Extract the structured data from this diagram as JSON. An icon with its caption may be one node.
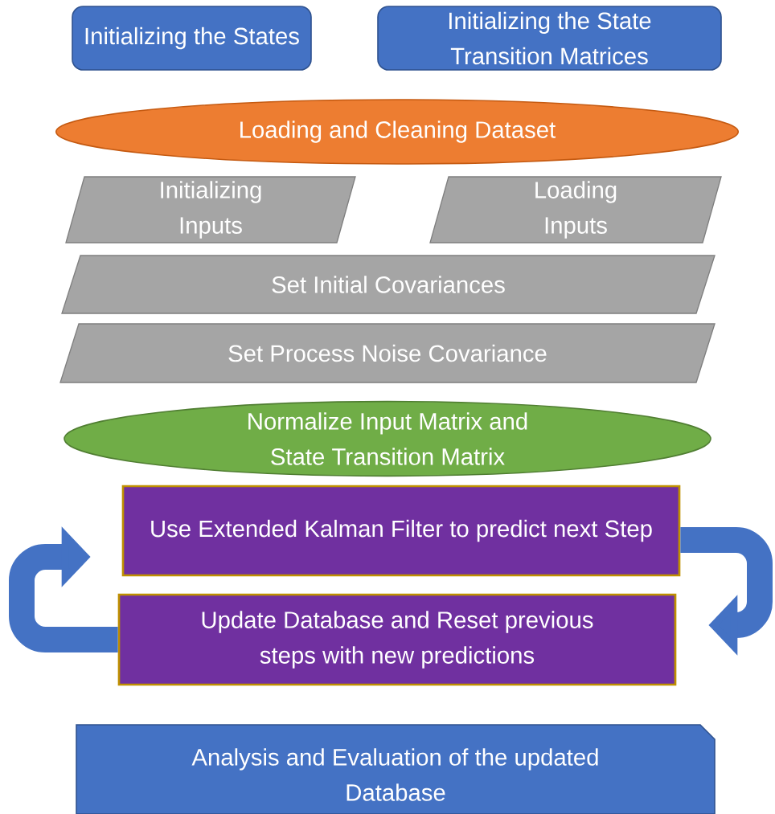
{
  "diagram": {
    "nodes": [
      {
        "text": [
          "Initializing the States"
        ]
      },
      {
        "text": [
          "Initializing the State Transition Matrices"
        ]
      },
      {
        "text": [
          "Loading and Cleaning Dataset"
        ]
      },
      {
        "text": [
          "Initializing Inputs"
        ]
      },
      {
        "text": [
          "Loading Inputs"
        ]
      },
      {
        "text": [
          "Set Initial Covariances"
        ]
      },
      {
        "text": [
          "Set Process Noise Covariance"
        ]
      },
      {
        "text": [
          "Normalize Input Matrix and State Transition Matrix"
        ]
      },
      {
        "text": [
          "Use Extended Kalman Filter to predict next Step"
        ]
      },
      {
        "text": [
          "Update Database and Reset previous steps with new predictions"
        ]
      },
      {
        "text": [
          "Analysis and Evaluation of the updated Database"
        ]
      }
    ],
    "edges": [
      {
        "from": 8,
        "to": 9,
        "arrow": "to"
      },
      {
        "from": 9,
        "to": 8,
        "arrow": "to"
      }
    ]
  }
}
